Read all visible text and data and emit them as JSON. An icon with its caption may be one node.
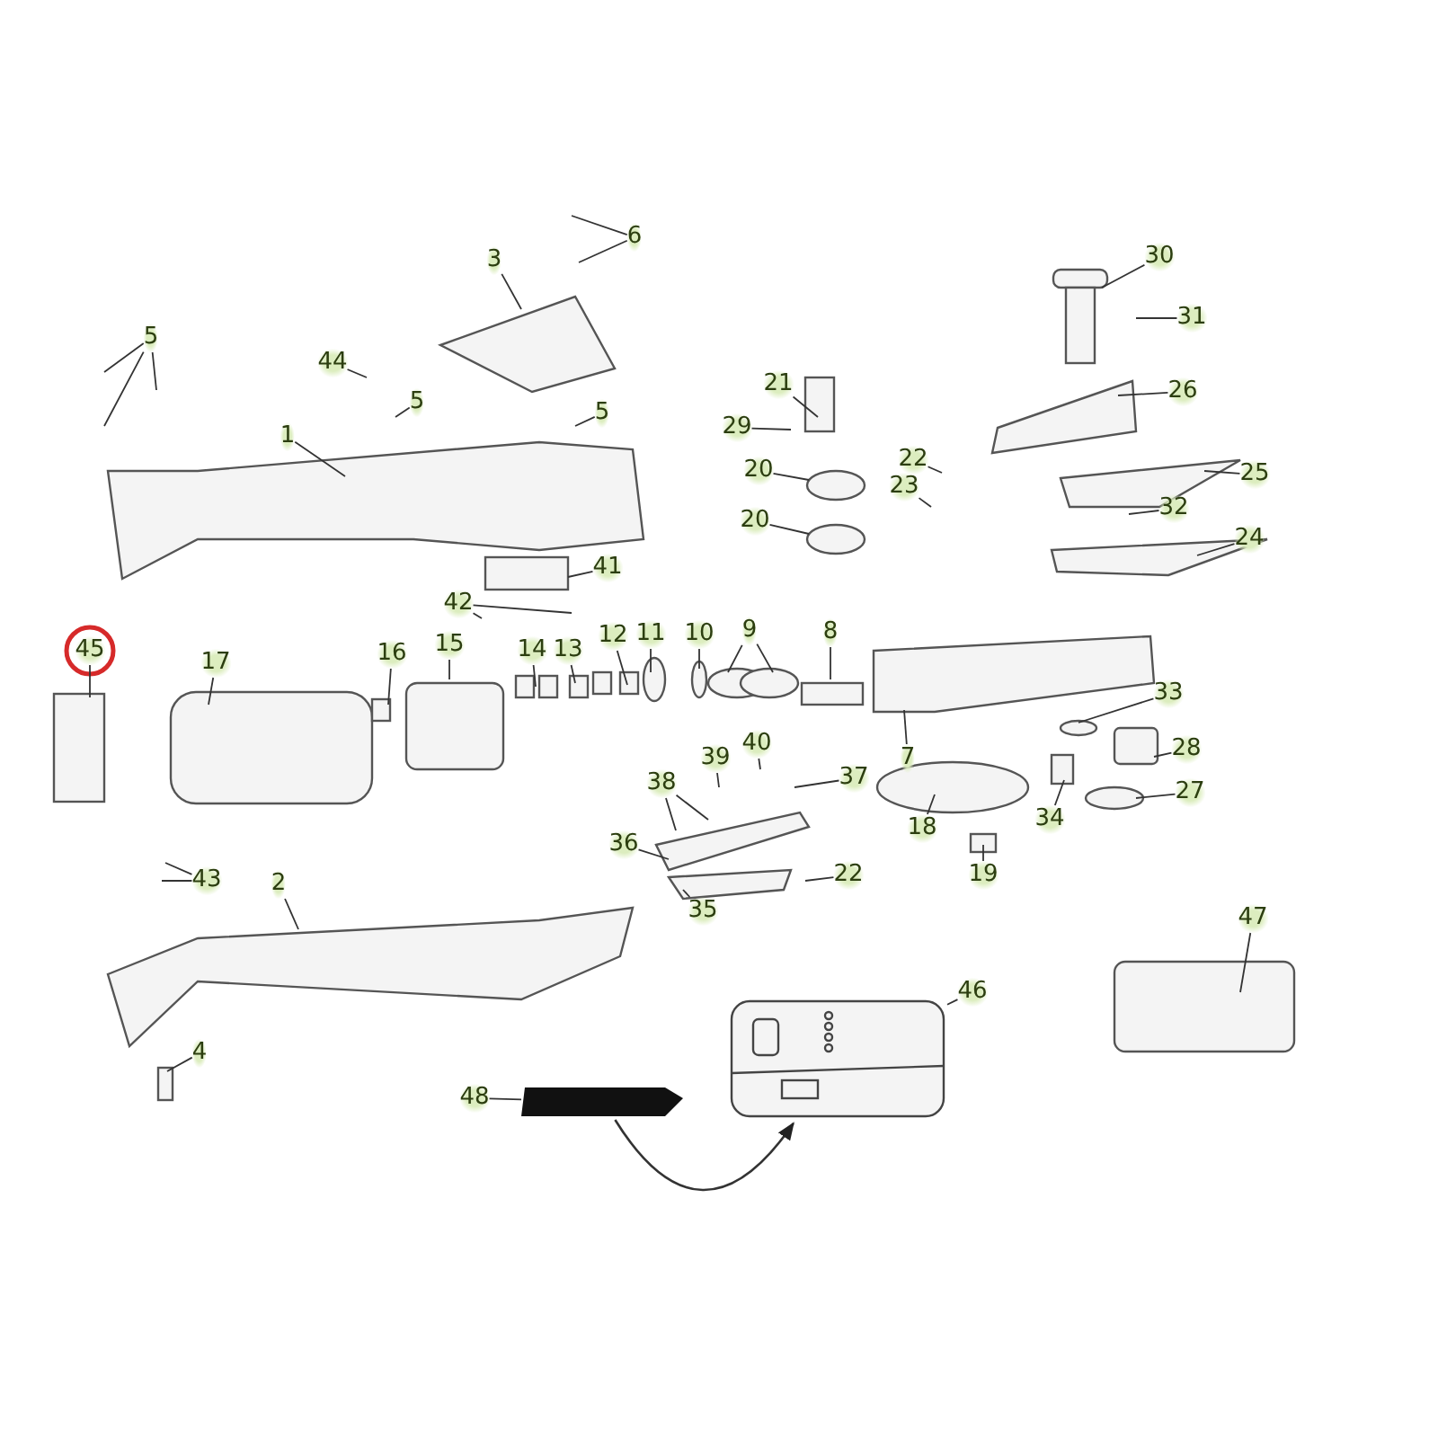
{
  "diagram": {
    "nodes": [
      {
        "text": [
          "6"
        ]
      },
      {
        "text": [
          "30"
        ]
      },
      {
        "text": [
          "3"
        ]
      },
      {
        "text": [
          "31"
        ]
      },
      {
        "text": [
          "5"
        ]
      },
      {
        "text": [
          "44"
        ]
      },
      {
        "text": [
          "26"
        ]
      },
      {
        "text": [
          "21"
        ]
      },
      {
        "text": [
          "5"
        ]
      },
      {
        "text": [
          "5"
        ]
      },
      {
        "text": [
          "29"
        ]
      },
      {
        "text": [
          "1"
        ]
      },
      {
        "text": [
          "22"
        ]
      },
      {
        "text": [
          "20"
        ]
      },
      {
        "text": [
          "25"
        ]
      },
      {
        "text": [
          "23"
        ]
      },
      {
        "text": [
          "32"
        ]
      },
      {
        "text": [
          "20"
        ]
      },
      {
        "text": [
          "24"
        ]
      },
      {
        "text": [
          "41"
        ]
      },
      {
        "text": [
          "42"
        ]
      },
      {
        "text": [
          "9"
        ]
      },
      {
        "text": [
          "8"
        ]
      },
      {
        "text": [
          "11"
        ]
      },
      {
        "text": [
          "10"
        ]
      },
      {
        "text": [
          "12"
        ]
      },
      {
        "text": [
          "15"
        ]
      },
      {
        "text": [
          "14"
        ]
      },
      {
        "text": [
          "13"
        ]
      },
      {
        "text": [
          "45"
        ]
      },
      {
        "text": [
          "16"
        ]
      },
      {
        "text": [
          "17"
        ]
      },
      {
        "text": [
          "33"
        ]
      },
      {
        "text": [
          "40"
        ]
      },
      {
        "text": [
          "28"
        ]
      },
      {
        "text": [
          "7"
        ]
      },
      {
        "text": [
          "39"
        ]
      },
      {
        "text": [
          "37"
        ]
      },
      {
        "text": [
          "38"
        ]
      },
      {
        "text": [
          "27"
        ]
      },
      {
        "text": [
          "34"
        ]
      },
      {
        "text": [
          "18"
        ]
      },
      {
        "text": [
          "36"
        ]
      },
      {
        "text": [
          "22"
        ]
      },
      {
        "text": [
          "19"
        ]
      },
      {
        "text": [
          "43"
        ]
      },
      {
        "text": [
          "2"
        ]
      },
      {
        "text": [
          "35"
        ]
      },
      {
        "text": [
          "47"
        ]
      },
      {
        "text": [
          "46"
        ]
      },
      {
        "text": [
          "4"
        ]
      },
      {
        "text": [
          "48"
        ]
      },
      {
        "text": [],
        "shape": "box"
      },
      {
        "text": [],
        "shape": "picture"
      }
    ],
    "edges": [
      {
        "from": 0,
        "to": null,
        "arrow": "none"
      },
      {
        "from": 0,
        "to": null,
        "arrow": "none"
      },
      {
        "from": 1,
        "to": null,
        "arrow": "none"
      },
      {
        "from": 2,
        "to": null,
        "arrow": "none"
      },
      {
        "from": 3,
        "to": null,
        "arrow": "none"
      },
      {
        "from": 4,
        "to": null,
        "arrow": "none"
      },
      {
        "from": 4,
        "to": null,
        "arrow": "none"
      },
      {
        "from": 4,
        "to": null,
        "arrow": "none"
      },
      {
        "from": 5,
        "to": null,
        "arrow": "none"
      },
      {
        "from": 6,
        "to": null,
        "arrow": "none"
      },
      {
        "from": 7,
        "to": null,
        "arrow": "none"
      },
      {
        "from": 8,
        "to": null,
        "arrow": "none"
      },
      {
        "from": 9,
        "to": null,
        "arrow": "none"
      },
      {
        "from": 10,
        "to": null,
        "arrow": "none"
      },
      {
        "from": 11,
        "to": null,
        "arrow": "none"
      },
      {
        "from": 12,
        "to": null,
        "arrow": "none"
      },
      {
        "from": 13,
        "to": null,
        "arrow": "none"
      },
      {
        "from": 14,
        "to": null,
        "arrow": "none"
      },
      {
        "from": 15,
        "to": null,
        "arrow": "none"
      },
      {
        "from": 16,
        "to": null,
        "arrow": "none"
      },
      {
        "from": 17,
        "to": null,
        "arrow": "none"
      },
      {
        "from": 18,
        "to": null,
        "arrow": "none"
      },
      {
        "from": 19,
        "to": null,
        "arrow": "none"
      },
      {
        "from": 20,
        "to": null,
        "arrow": "none"
      },
      {
        "from": 20,
        "to": null,
        "arrow": "none"
      },
      {
        "from": 21,
        "to": null,
        "arrow": "none"
      },
      {
        "from": 21,
        "to": null,
        "arrow": "none"
      },
      {
        "from": 22,
        "to": null,
        "arrow": "none"
      },
      {
        "from": 23,
        "to": null,
        "arrow": "none"
      },
      {
        "from": 24,
        "to": null,
        "arrow": "none"
      },
      {
        "from": 25,
        "to": null,
        "arrow": "none"
      },
      {
        "from": 26,
        "to": null,
        "arrow": "none"
      },
      {
        "from": 27,
        "to": null,
        "arrow": "none"
      },
      {
        "from": 28,
        "to": null,
        "arrow": "none"
      },
      {
        "from": 29,
        "to": null,
        "arrow": "none"
      },
      {
        "from": 30,
        "to": null,
        "arrow": "none"
      },
      {
        "from": 31,
        "to": null,
        "arrow": "none"
      },
      {
        "from": 32,
        "to": null,
        "arrow": "none"
      },
      {
        "from": 33,
        "to": null,
        "arrow": "none"
      },
      {
        "from": 34,
        "to": null,
        "arrow": "none"
      },
      {
        "from": 35,
        "to": null,
        "arrow": "none"
      },
      {
        "from": 36,
        "to": null,
        "arrow": "none"
      },
      {
        "from": 37,
        "to": null,
        "arrow": "none"
      },
      {
        "from": 38,
        "to": null,
        "arrow": "none"
      },
      {
        "from": 38,
        "to": null,
        "arrow": "none"
      },
      {
        "from": 39,
        "to": null,
        "arrow": "none"
      },
      {
        "from": 40,
        "to": null,
        "arrow": "none"
      },
      {
        "from": 41,
        "to": null,
        "arrow": "none"
      },
      {
        "from": 42,
        "to": null,
        "arrow": "none"
      },
      {
        "from": 43,
        "to": null,
        "arrow": "none"
      },
      {
        "from": 44,
        "to": null,
        "arrow": "none"
      },
      {
        "from": 45,
        "to": null,
        "arrow": "none"
      },
      {
        "from": 45,
        "to": null,
        "arrow": "none"
      },
      {
        "from": 46,
        "to": null,
        "arrow": "none"
      },
      {
        "from": 47,
        "to": null,
        "arrow": "none"
      },
      {
        "from": 48,
        "to": null,
        "arrow": "none"
      },
      {
        "from": 49,
        "to": 53,
        "arrow": "none"
      },
      {
        "from": 50,
        "to": null,
        "arrow": "none"
      },
      {
        "from": 51,
        "to": 52,
        "arrow": "none"
      },
      {
        "from": 52,
        "to": 53,
        "arrow": "to"
      }
    ]
  }
}
